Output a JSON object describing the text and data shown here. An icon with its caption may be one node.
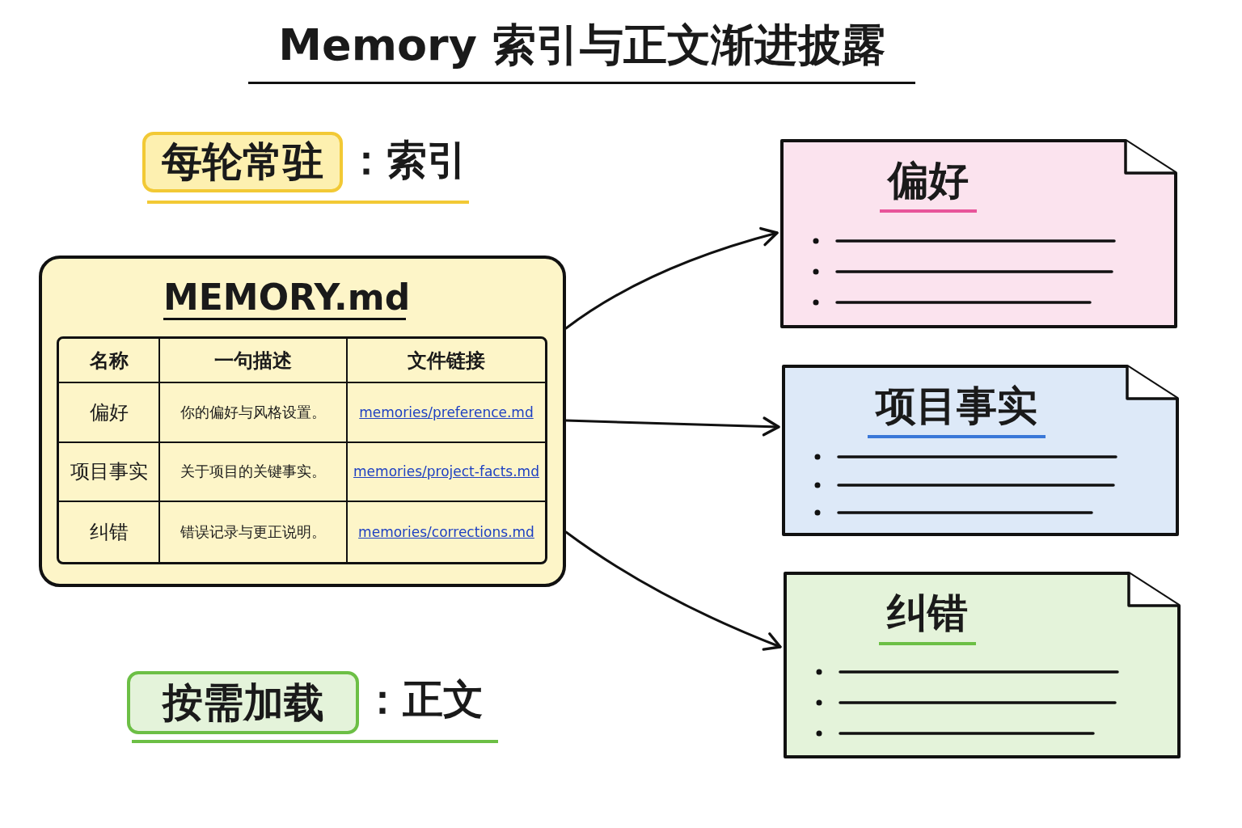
{
  "diagram": {
    "title": "Memory 索引与正文渐进披露",
    "nodes": [
      {
        "text": [
          "MEMORY.md"
        ]
      },
      {
        "text": [
          "偏好"
        ]
      },
      {
        "text": [
          "项目事实"
        ]
      },
      {
        "text": [
          "纠错"
        ]
      },
      {
        "text": [
          "每轮常驻"
        ],
        "beside": [
          "：索引"
        ]
      },
      {
        "text": [
          "按需加载"
        ],
        "beside": [
          "：正文"
        ]
      }
    ],
    "edges": [
      {
        "from": 0,
        "to": 1,
        "arrow": "to"
      },
      {
        "from": 0,
        "to": 2,
        "arrow": "to"
      },
      {
        "from": 0,
        "to": 3,
        "arrow": "to"
      }
    ],
    "labels": [
      "名称",
      "一句描述",
      "文件链接",
      "偏好",
      "你的偏好与风格设置。",
      "memories/preference.md",
      "项目事实",
      "关于项目的关键事实。",
      "memories/project-facts.md",
      "纠错",
      "错误记录与更正说明。",
      "memories/corrections.md"
    ]
  }
}
